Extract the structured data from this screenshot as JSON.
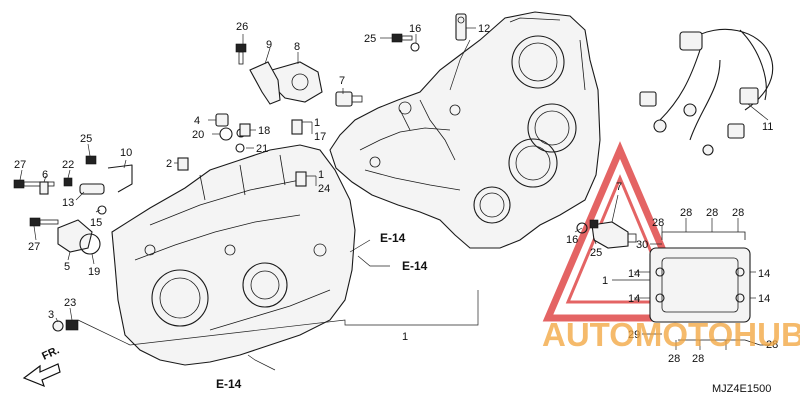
{
  "diagram_code": "MJZ4E1500",
  "front_marker": "FR.",
  "watermark_brand": "AUTOMOTOHUB",
  "watermark_logo_colors": {
    "triangle": "#e04a4a",
    "text_orange": "#f2a33a",
    "text_grey": "#a9a9a9"
  },
  "refs": {
    "e14_a": "E-14",
    "e14_b": "E-14",
    "e14_c": "E-14"
  },
  "callouts": {
    "c1a": "1",
    "c1b": "1",
    "c1c": "1",
    "c2": "2",
    "c3": "3",
    "c4": "4",
    "c5": "5",
    "c6": "6",
    "c7a": "7",
    "c7b": "7",
    "c8": "8",
    "c9": "9",
    "c10": "10",
    "c11": "11",
    "c12": "12",
    "c13": "13",
    "c14a": "14",
    "c14b": "14",
    "c14c": "14",
    "c14d": "14",
    "c15": "15",
    "c16a": "16",
    "c16b": "16",
    "c17": "17",
    "c18": "18",
    "c19": "19",
    "c20": "20",
    "c21": "21",
    "c22": "22",
    "c23": "23",
    "c24": "24",
    "c25a": "25",
    "c25b": "25",
    "c25c": "25",
    "c26": "26",
    "c27a": "27",
    "c27b": "27",
    "c28a": "28",
    "c28b": "28",
    "c28c": "28",
    "c28d": "28",
    "c28e": "28",
    "c28f": "28",
    "c28g": "28",
    "c29": "29",
    "c30": "30"
  }
}
